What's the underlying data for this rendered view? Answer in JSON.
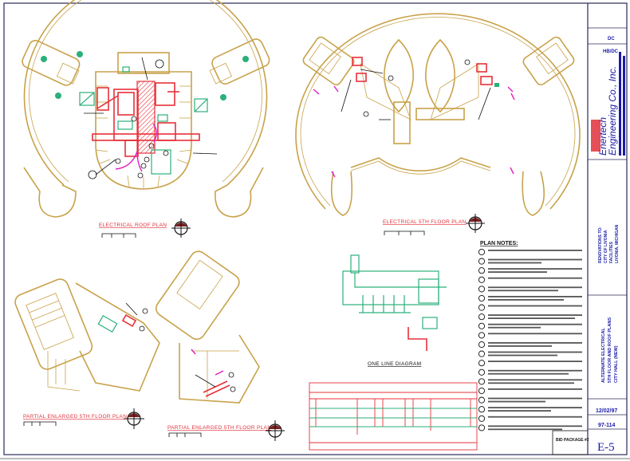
{
  "drawing": {
    "roof_plan_title": "ELECTRICAL ROOF PLAN",
    "fifth_floor_title": "ELECTRICAL 5TH FLOOR PLAN",
    "partial_plan_title_1": "PARTIAL ENLARGED 5TH FLOOR PLAN",
    "partial_plan_title_2": "PARTIAL ENLARGED 5TH FLOOR PLAN",
    "one_line_title": "ONE LINE DIAGRAM",
    "plan_notes_title": "PLAN NOTES:",
    "note_count": 20
  },
  "title_block": {
    "drawn_by": "DC",
    "checked_by": "HB/DC",
    "company_name_1": "Enertech",
    "company_name_2": "Engineering Co., Inc.",
    "project_line_1": "RENOVATIONS TO:",
    "project_line_2": "CITY OF LIVONIA",
    "project_line_3": "FACILITIES",
    "project_line_4": "LIVONIA, MICHIGAN",
    "sheet_title_1": "ALTERNATE ELECTRICAL",
    "sheet_title_2": "5TH FLOOR AND ROOF PLANS",
    "sheet_title_3": "CITY HALL (NEW)",
    "date": "12/02/97",
    "job_no": "97-114",
    "sheet_no": "E-5",
    "bid_package": "BID PACKAGE #2"
  },
  "colors": {
    "walls": "#c8a24a",
    "electrical": "#e8303a",
    "equipment": "#2bb07a",
    "conduit": "#e020c0",
    "title_block_text": "#1a1aa8"
  }
}
